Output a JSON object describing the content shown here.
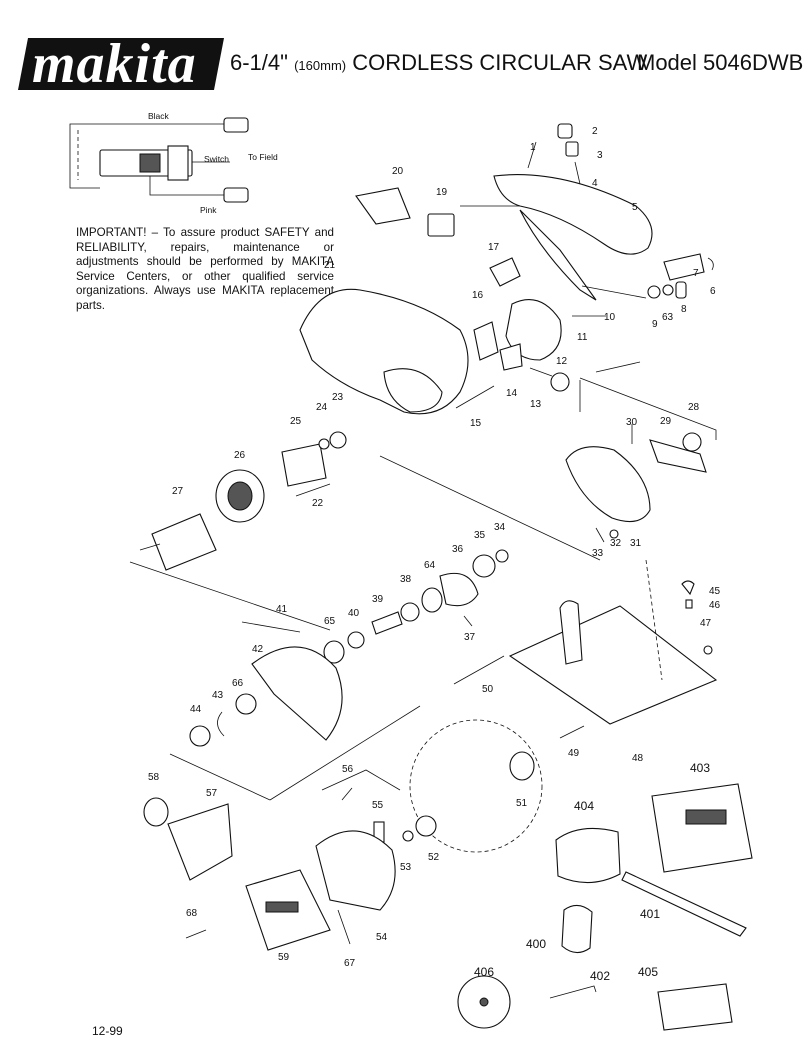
{
  "header": {
    "brand": "makita",
    "title_main": "6-1/4\"",
    "title_unit": "(160mm)",
    "title_rest": "CORDLESS CIRCULAR SAW",
    "model": "Model 5046DWB"
  },
  "notice": "IMPORTANT! – To assure product SAFETY and RELIABILITY, repairs, maintenance or adjustments should be performed by MAKITA Service Centers, or other qualified service organizations. Always use MAKITA replacement parts.",
  "wiring": {
    "black": "Black",
    "switch": "Switch",
    "to_field": "To Field",
    "pink": "Pink"
  },
  "part_numbers": {
    "p2": "2",
    "p3": "3",
    "p1": "1",
    "p4": "4",
    "p5": "5",
    "p20": "20",
    "p19": "19",
    "p17": "17",
    "p21": "21",
    "p16": "16",
    "p10": "10",
    "p11": "11",
    "p9": "9",
    "p63": "63",
    "p8": "8",
    "p7": "7",
    "p6": "6",
    "p12": "12",
    "p14": "14",
    "p13": "13",
    "p15": "15",
    "p24": "24",
    "p23": "23",
    "p25": "25",
    "p28": "28",
    "p29": "29",
    "p30": "30",
    "p26": "26",
    "p27": "27",
    "p22": "22",
    "p34": "34",
    "p35": "35",
    "p36": "36",
    "p33": "33",
    "p32": "32",
    "p31": "31",
    "p64": "64",
    "p38": "38",
    "p39": "39",
    "p40": "40",
    "p65": "65",
    "p41": "41",
    "p37": "37",
    "p45": "45",
    "p46": "46",
    "p47": "47",
    "p42": "42",
    "p66": "66",
    "p43": "43",
    "p44": "44",
    "p50": "50",
    "p49": "49",
    "p48": "48",
    "p58": "58",
    "p57": "57",
    "p56": "56",
    "p55": "55",
    "p51": "51",
    "p403": "403",
    "p404": "404",
    "p53": "53",
    "p52": "52",
    "p68": "68",
    "p59": "59",
    "p67": "67",
    "p54": "54",
    "p401": "401",
    "p400": "400",
    "p406": "406",
    "p402": "402",
    "p405": "405"
  },
  "footer": {
    "date": "12-99"
  }
}
